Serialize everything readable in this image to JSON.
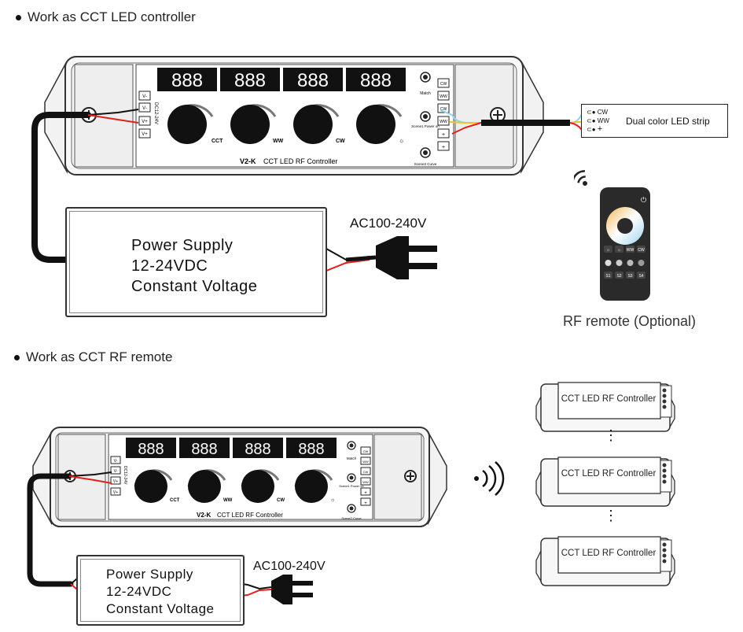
{
  "section1": {
    "heading": "Work as CCT LED controller"
  },
  "section2": {
    "heading": "Work as CCT RF remote"
  },
  "controller": {
    "model": "V2-K",
    "name": "CCT LED RF Controller",
    "knob_labels": [
      "CCT",
      "WW",
      "CW",
      "☼"
    ],
    "button_labels": [
      "Match",
      "Scene1 Power on",
      "Scene2 Curve"
    ],
    "input_terminals": [
      "V-",
      "V-",
      "V+",
      "V+"
    ],
    "dc_label": "DC12-24V",
    "output_terminals": [
      "CW",
      "WW",
      "CW",
      "WW",
      "+",
      "+"
    ],
    "display_digits": "888"
  },
  "led_strip": {
    "label": "Dual color LED strip",
    "wires": [
      "CW",
      "WW",
      "+"
    ]
  },
  "power_supply": {
    "lines": [
      "Power Supply",
      "12-24VDC",
      "Constant Voltage"
    ]
  },
  "ac_input": "AC100-240V",
  "remote": {
    "caption": "RF remote (Optional)",
    "keys_row1": [
      "☼",
      "☼",
      "WW",
      "CW"
    ],
    "keys_row3": [
      "S1",
      "S2",
      "S3",
      "S4"
    ]
  },
  "receivers": {
    "label": "CCT LED RF Controller",
    "separator": "⋮"
  },
  "colors": {
    "cw_wire": "#8fd3ee",
    "ww_wire": "#f2c12e",
    "positive_wire": "#e0201c",
    "negative_wire": "#111111"
  }
}
